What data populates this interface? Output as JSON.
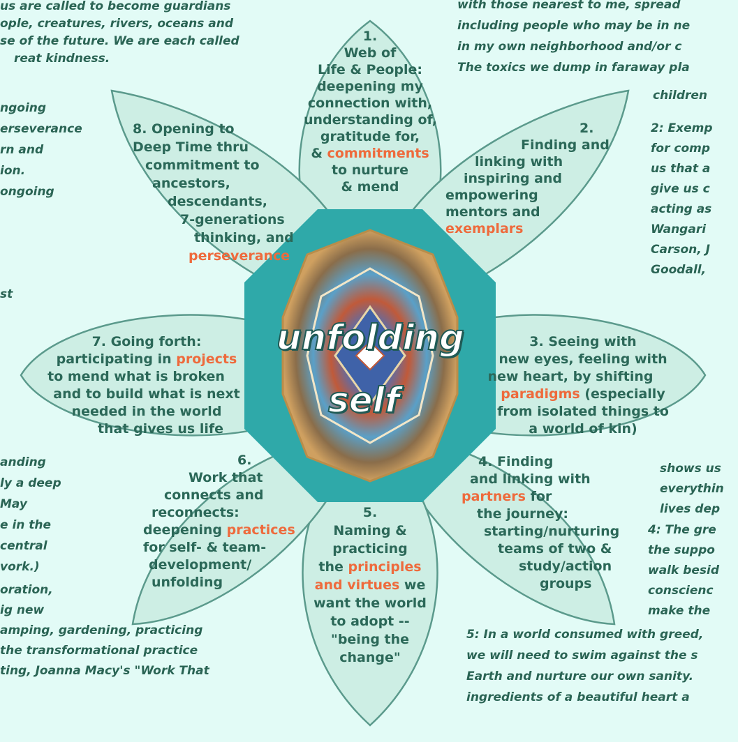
{
  "left_column": {
    "top_lines": [
      "us are called to become guardians",
      "ople, creatures, rivers, oceans and",
      "se of the future. We are each called",
      "reat kindness."
    ],
    "mid_lines": [
      "ngoing",
      "erseverance",
      "rn and",
      "ion.",
      "ongoing"
    ],
    "st_line": "st",
    "lower_lines": [
      "anding",
      "ly a deep",
      "May",
      "e in the",
      "central",
      "vork.)"
    ],
    "bottom_lines": [
      "oration,",
      "ig new",
      "amping, gardening, practicing",
      "the transformational practice",
      "ting, Joanna Macy's \"Work That"
    ]
  },
  "right_column": {
    "top_lines": [
      "with those nearest to me, spread",
      "including people who may be in ne",
      "in my own neighborhood and/or c",
      "The toxics we dump in faraway pla"
    ],
    "children_line": "children",
    "exemplar_lines": [
      "2: Exemp",
      "for comp",
      "us that a",
      "give us c",
      "acting as",
      "Wangari",
      "Carson, J",
      "Goodall,"
    ],
    "shows_lines": [
      "shows us",
      "everythin",
      "lives dep"
    ],
    "support_lines": [
      "4: The gre",
      "the suppo",
      "walk besid",
      "conscienc",
      "make the"
    ],
    "bottom_lines": [
      "5: In a world consumed with greed,",
      "we will need to swim against the s",
      "Earth and nurture our own sanity.",
      "ingredients of a beautiful heart a"
    ]
  },
  "center": {
    "line1": "unfolding",
    "line2": "self"
  },
  "petals": {
    "p1": {
      "l1": "1.",
      "l2": "Web of",
      "l3": "Life & People:",
      "l4": "deepening my",
      "l5": "connection with,",
      "l6": "understanding of,",
      "l7": "gratitude for,",
      "l8_pre": "& ",
      "l8_hl": "commitments",
      "l9": "to nurture",
      "l10": "& mend"
    },
    "p2": {
      "l1": "2.",
      "l2": "Finding and",
      "l3": "linking with",
      "l4": "inspiring and",
      "l5": "empowering",
      "l6": "mentors and",
      "l7_hl": "exemplars"
    },
    "p3": {
      "l1": "3. Seeing with",
      "l2": "new eyes, feeling with",
      "l3": "new heart, by shifting",
      "l4_hl": "paradigms",
      "l4_post": " (especially",
      "l5": "from isolated things to",
      "l6": "a world of kin)"
    },
    "p4": {
      "l1": "4. Finding",
      "l2": "and linking with",
      "l3_hl": "partners",
      "l3_post": " for",
      "l4": "the journey:",
      "l5": "starting/nurturing",
      "l6": "teams of two &",
      "l7": "study/action",
      "l8": "groups"
    },
    "p5": {
      "l1": "5.",
      "l2": "Naming &",
      "l3": "practicing",
      "l4_pre": "the ",
      "l4_hl": "principles",
      "l5_hl": "and virtues",
      "l5_post": " we",
      "l6": "want the world",
      "l7": "to adopt --",
      "l8": "\"being the",
      "l9": "change\""
    },
    "p6": {
      "l1": "6.",
      "l2": "Work that",
      "l3": "connects and",
      "l4": "reconnects:",
      "l5_pre": "deepening ",
      "l5_hl": "practices",
      "l6": "for self- & team-",
      "l7": "development/",
      "l8": "unfolding"
    },
    "p7": {
      "l1": "7. Going forth:",
      "l2_pre": "participating in ",
      "l2_hl": "projects",
      "l3": "to mend what is broken",
      "l4": "and to build what is next",
      "l5": "needed in the world",
      "l6": "that gives us life"
    },
    "p8": {
      "l1": "8. Opening to",
      "l2": "Deep Time thru",
      "l3": "commitment to",
      "l4": "ancestors,",
      "l5": "descendants,",
      "l6": "7-generations",
      "l7": "thinking, and",
      "l8_hl": "perseverance"
    }
  },
  "colors": {
    "background": "#e2fbf6",
    "petal_fill": "#cdeee4",
    "petal_stroke": "#5b9a8c",
    "text": "#2b6858",
    "highlight": "#ee6a3c",
    "octagon": "#2fa9a9"
  }
}
